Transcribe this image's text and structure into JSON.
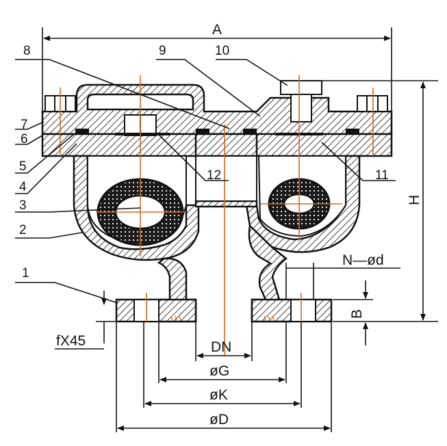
{
  "part_labels": [
    "1",
    "2",
    "3",
    "4",
    "5",
    "6",
    "7",
    "8",
    "9",
    "10",
    "11",
    "12"
  ],
  "dimensions": {
    "overall_width": "A",
    "height": "H",
    "bolt_holes": "N—ød",
    "flange_thickness": "B",
    "chamfer": "fX45",
    "nominal_diameter": "DN",
    "raised_face_diameter": "øG",
    "bolt_circle_diameter": "øK",
    "flange_outer_diameter": "øD"
  },
  "colors": {
    "line": "#111111",
    "hatch": "#111111",
    "centerline": "#d2691e",
    "float": "#1a1a1a"
  }
}
